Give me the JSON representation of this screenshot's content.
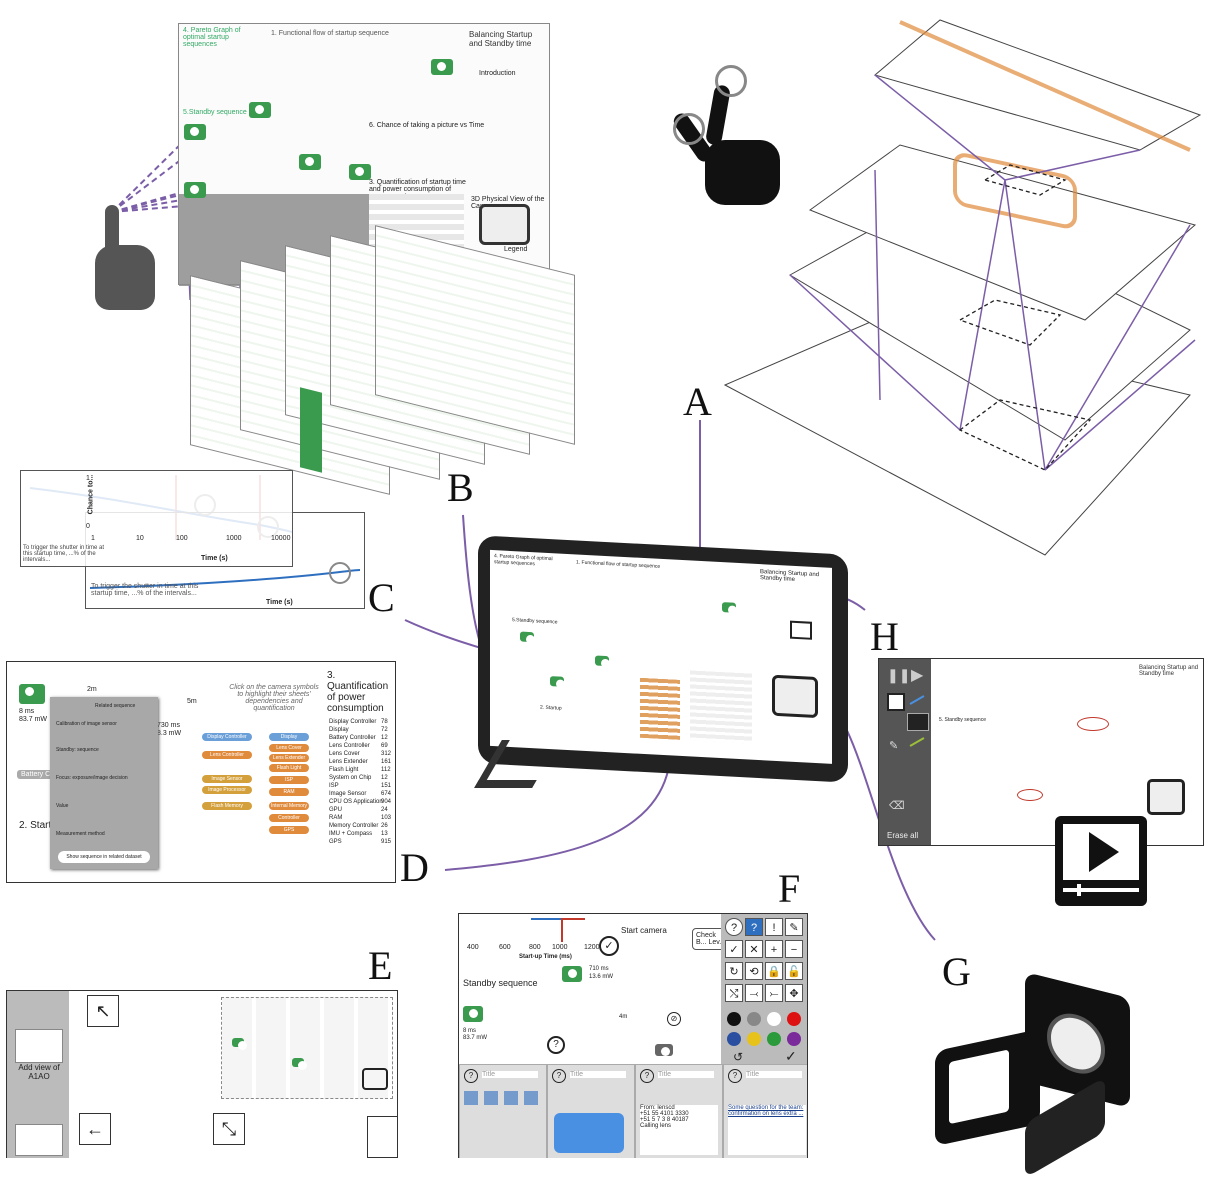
{
  "labels": {
    "a": "A",
    "b": "B",
    "c": "C",
    "d": "D",
    "e": "E",
    "f": "F",
    "g": "G",
    "h": "H"
  },
  "poster": {
    "title": "Balancing Startup and Standby time",
    "functional_flow": "1. Functional flow of startup sequence",
    "pareto": "4. Pareto Graph of optimal startup sequences",
    "standby": "5.Standby sequence",
    "quant": "3. Quantification of startup time and power consumption of camera parts",
    "change": "6. Chance of taking a picture vs Time",
    "physical": "3D Physical View of the Camera",
    "intro": "Introduction",
    "legend": "Legend"
  },
  "panel_c": {
    "xlabel": "Time (s)",
    "ylabel": "Chance to...",
    "ticks": [
      "1",
      "10",
      "100",
      "1000",
      "10000"
    ],
    "yticks": [
      "1",
      "0"
    ],
    "note": "To trigger the shutter in time at this startup time, ...% of the intervals..."
  },
  "panel_d": {
    "section": "3. Quantification of power consumption",
    "startup": "2. Startup",
    "instruction": "Click on the camera symbols to highlight their sheets' dependencies and quantification",
    "stat1": "730 ms",
    "stat2": "8.3 mW",
    "stat3": "8 ms",
    "stat4": "83.7 mW",
    "dist1": "2m",
    "dist2": "5m",
    "battery": "Battery Cont...",
    "popup_title": "Related sequence",
    "popup_rows": [
      "Calibration of image sensor",
      "Standby: sequence",
      "Focus: exposure/image decision",
      "Value",
      "Measurement method"
    ],
    "popup_button": "Show sequence in related dataset",
    "parts": [
      "Display Controller",
      "Display",
      "Battery Controller",
      "Lens Controller",
      "Lens Cover",
      "Lens Extender",
      "Flash Light",
      "System on Chip",
      "ISP",
      "Image Sensor",
      "CPU OS Application",
      "GPU",
      "RAM",
      "Memory Controller",
      "IMU + Compass",
      "GPS"
    ],
    "values": [
      "78",
      "72",
      "12",
      "69",
      "312",
      "161",
      "112",
      "12",
      "151",
      "674",
      "904",
      "24",
      "103",
      "26",
      "13",
      "915"
    ],
    "chip_labels": [
      "Display Controller",
      "Display",
      "Lens Controller",
      "Lens Cover",
      "Lens Extender",
      "Flash Light",
      "Image Sensor",
      "Image Processor",
      "ISP",
      "RAM",
      "Flash Memory",
      "Internal Memory",
      "Controller",
      "GPS"
    ]
  },
  "panel_e": {
    "add_view": "Add view of A1AO"
  },
  "panel_f": {
    "ticks": [
      "400",
      "600",
      "800",
      "1000",
      "1200"
    ],
    "xlabel": "Start-up Time (ms)",
    "start_camera": "Start camera",
    "check": "Check B... Lev...",
    "standby": "Standby sequence",
    "stat1": "710 ms",
    "stat2": "13.6 mW",
    "dist": "4m",
    "stat3": "8 ms",
    "stat4": "83.7 mW",
    "tools": [
      "?",
      "?",
      "!",
      "✎",
      "✓",
      "✕",
      "+",
      "−",
      "↻",
      "⟲",
      "🔒",
      "🔓",
      "⤭",
      "⤙",
      "⤚",
      "✥"
    ],
    "undo": "↺",
    "done": "✓",
    "title_placeholder": "Title",
    "card_lines": [
      "From: lenscd",
      "+51 55 4101 3330",
      "+51 5 7 3 8 40187",
      "Calling lens"
    ],
    "card_text": "Some question for the team: confirmation on lens extra ..."
  },
  "panel_h": {
    "erase": "Erase all",
    "title": "Balancing Startup and Standby time",
    "standby": "5. Standby sequence"
  },
  "colors": {
    "accent_purple": "#7b5ea7",
    "green": "#3a9a4e",
    "orange": "#e08a3c",
    "blue": "#2f6fc0",
    "red": "#c0392b",
    "gray": "#9a9a9a"
  },
  "icons": [
    "hand-pointer-icon",
    "pinch-zoom-icon",
    "camera-icon",
    "play-video-icon",
    "question-icon",
    "pause-icon",
    "play-icon",
    "pen-icon",
    "eraser-icon"
  ]
}
